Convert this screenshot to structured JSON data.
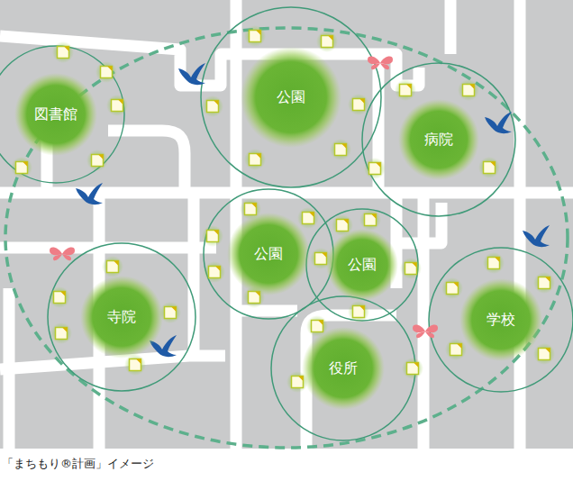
{
  "diagram": {
    "caption": "「まちもり®計画」イメージ",
    "nodes": [
      {
        "text": [
          "図書館"
        ]
      },
      {
        "text": [
          "公園"
        ]
      },
      {
        "text": [
          "病院"
        ]
      },
      {
        "text": [
          "公園"
        ]
      },
      {
        "text": [
          "公園"
        ]
      },
      {
        "text": [
          "寺院"
        ]
      },
      {
        "text": [
          "役所"
        ]
      },
      {
        "text": [
          "学校"
        ]
      }
    ]
  }
}
